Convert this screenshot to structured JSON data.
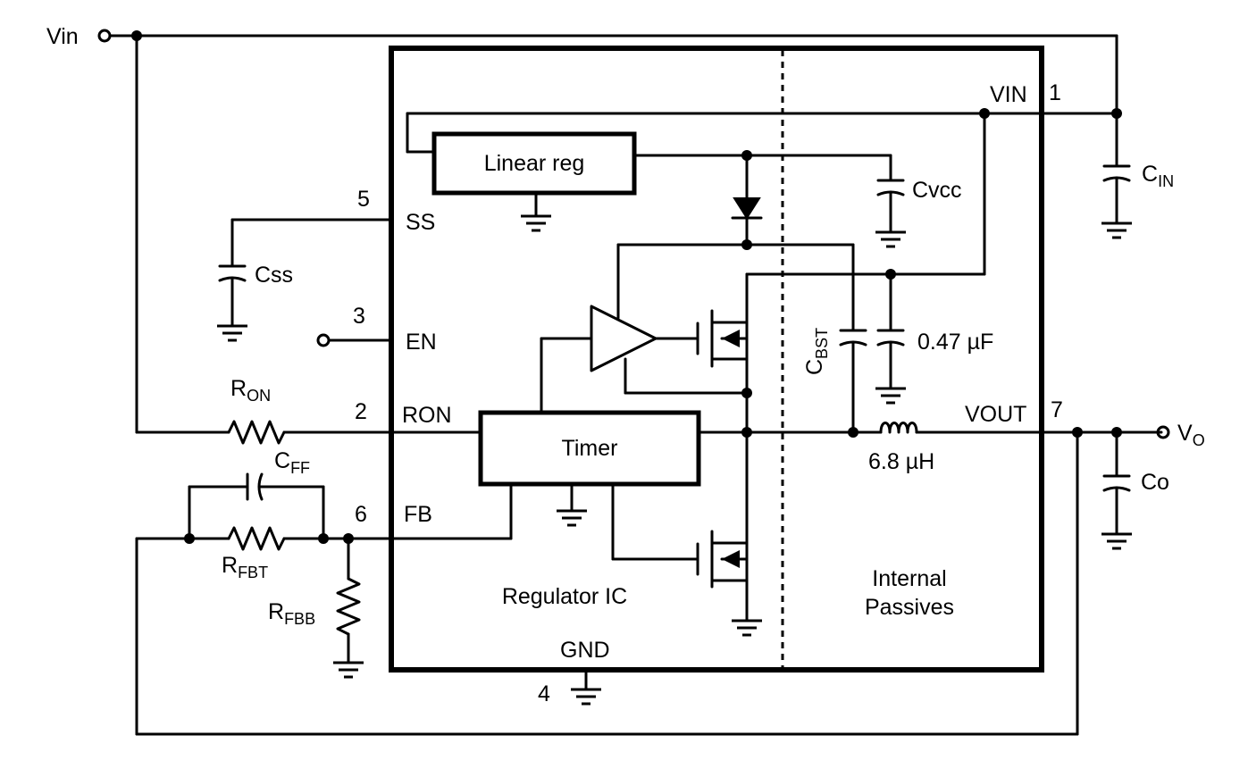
{
  "labels": {
    "vin_terminal": "Vin",
    "vo_main": "V",
    "vo_sub": "O",
    "pin_vin": "VIN",
    "pin1": "1",
    "pin_ss": "SS",
    "pin5": "5",
    "pin_en": "EN",
    "pin3": "3",
    "pin_ron": "RON",
    "pin2": "2",
    "pin_fb": "FB",
    "pin6": "6",
    "pin_vout": "VOUT",
    "pin7": "7",
    "pin_gnd": "GND",
    "pin4": "4",
    "linear_reg": "Linear reg",
    "timer": "Timer",
    "regulator_ic": "Regulator IC",
    "internal_line1": "Internal",
    "internal_line2": "Passives",
    "cvcc": "Cvcc",
    "css": "Css",
    "cbst_main": "C",
    "cbst_sub": "BST",
    "cap_value": "0.47 µF",
    "ind_value": "6.8 µH",
    "cin_main": "C",
    "cin_sub": "IN",
    "co": "Co",
    "ron_main": "R",
    "ron_sub": "ON",
    "cff_main": "C",
    "cff_sub": "FF",
    "rfbt_main": "R",
    "rfbt_sub": "FBT",
    "rfbb_main": "R",
    "rfbb_sub": "FBB"
  }
}
